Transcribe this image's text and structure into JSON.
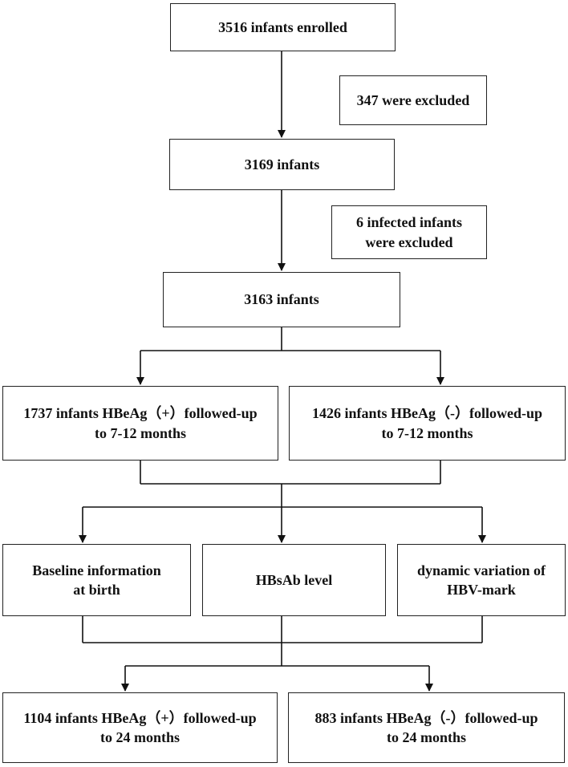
{
  "flowchart": {
    "enrolled": "3516 infants enrolled",
    "excluded_1": "347 were excluded",
    "infants_3169": "3169 infants",
    "excluded_2": "6 infected infants\nwere excluded",
    "infants_3163": "3163 infants",
    "hbeag_pos_7_12": "1737 infants HBeAg（+）followed-up\nto 7-12 months",
    "hbeag_neg_7_12": "1426 infants HBeAg（-）followed-up\nto 7-12 months",
    "baseline": "Baseline information\nat birth",
    "hbsab": "HBsAb level",
    "dynamic": "dynamic variation of\nHBV-mark",
    "hbeag_pos_24": "1104 infants HBeAg（+）followed-up\nto 24 months",
    "hbeag_neg_24": "883 infants HBeAg（-）followed-up\nto 24 months"
  }
}
